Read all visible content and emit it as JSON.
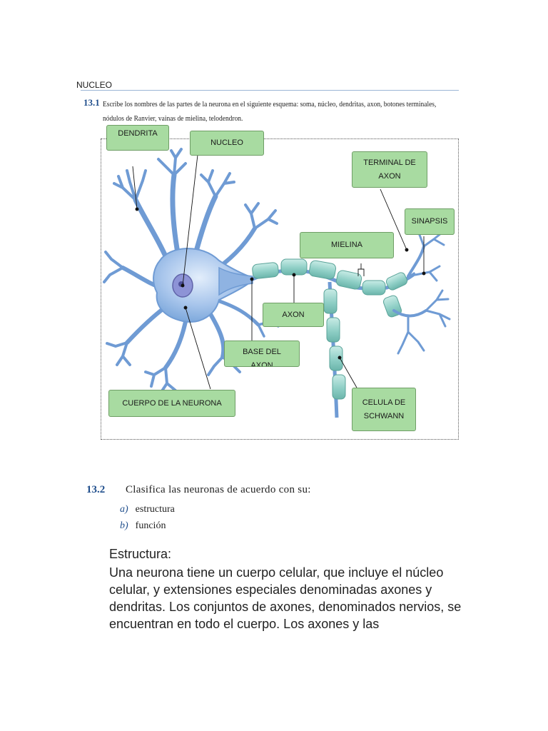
{
  "header": {
    "label": "NUCLEO"
  },
  "exercise_13_1": {
    "number": "13.1",
    "instruction": "Escribe los nombres de las partes de la neurona en el siguiente esquema: soma, núcleo, dendritas, axon, botones terminales, nódulos de Ranvier, vainas de mielina, telodendron."
  },
  "diagram": {
    "labels": {
      "dendrita": "DENDRITA",
      "nucleo": "NUCLEO",
      "terminal_axon": "TERMINAL DE\nAXON",
      "sinapsis": "SINAPSIS",
      "mielina": "MIELINA",
      "axon": "AXON",
      "base_axon": "BASE DEL\nAXON",
      "cuerpo": "CUERPO DE LA NEURONA",
      "schwann": "CELULA DE\nSCHWANN"
    },
    "colors": {
      "label_fill": "#a8dba1",
      "label_border": "#6f9e66",
      "neuron": "#7ea9dc",
      "myelin": "#9fd6cf"
    }
  },
  "exercise_13_2": {
    "number": "13.2",
    "prompt": "Clasifica las neuronas de acuerdo con su:",
    "options": [
      {
        "letter": "a)",
        "text": "estructura"
      },
      {
        "letter": "b)",
        "text": "función"
      }
    ]
  },
  "answer": {
    "heading": "Estructura:",
    "paragraph": "Una neurona tiene un cuerpo celular, que incluye el núcleo celular, y extensiones especiales denominadas axones y dendritas. Los conjuntos de axones, denominados nervios, se encuentran en todo el cuerpo. Los axones y las"
  }
}
